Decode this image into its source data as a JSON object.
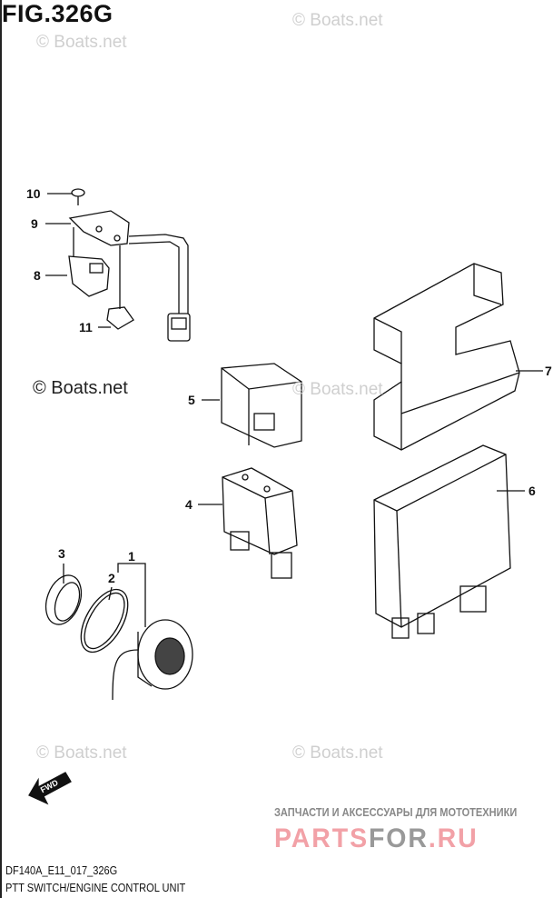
{
  "figure_title": "FIG.326G",
  "watermark": "© Boats.net",
  "callouts": [
    "10",
    "9",
    "8",
    "11",
    "5",
    "7",
    "4",
    "6",
    "3",
    "1",
    "2"
  ],
  "fwd_label": "FWD",
  "footer": {
    "code": "DF140A_E11_017_326G",
    "title": "PTT SWITCH/ENGINE CONTROL UNIT"
  },
  "brand": {
    "tagline": "ЗАПЧАСТИ И АКСЕССУАРЫ ДЛЯ МОТОТЕХНИКИ",
    "logo_part1": "PARTS",
    "logo_part2": "FOR",
    "logo_part3": ".RU"
  }
}
